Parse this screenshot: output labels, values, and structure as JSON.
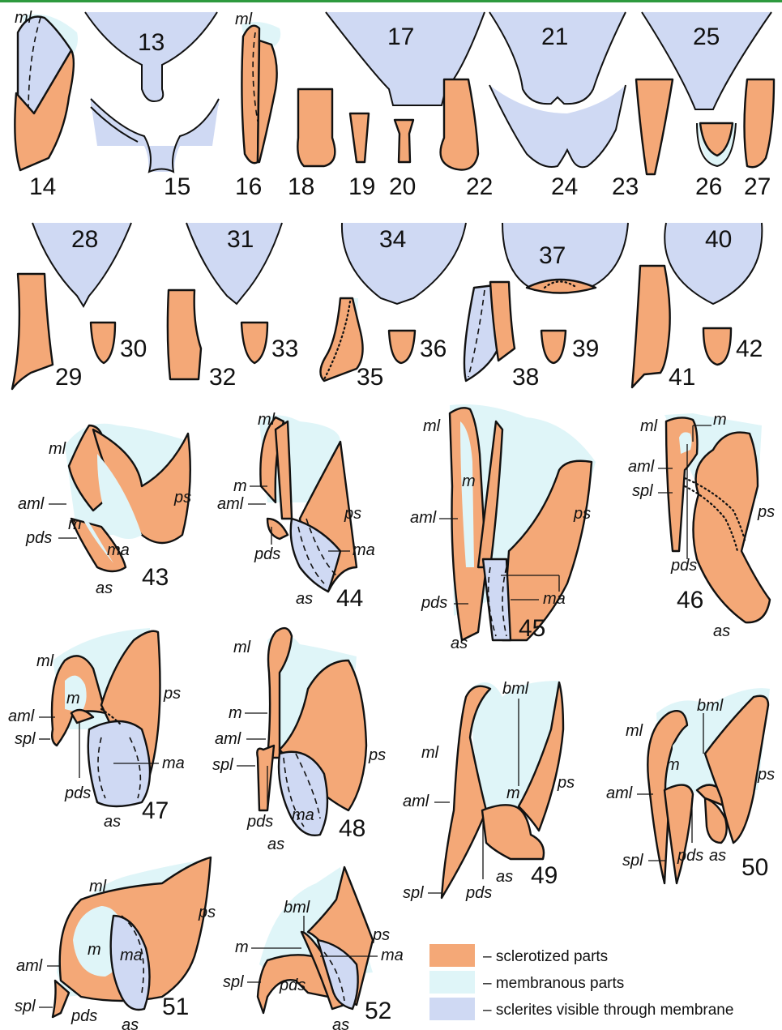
{
  "figure_numbers": {
    "n13": "13",
    "n14": "14",
    "n15": "15",
    "n16": "16",
    "n17": "17",
    "n18": "18",
    "n19": "19",
    "n20": "20",
    "n21": "21",
    "n22": "22",
    "n23": "23",
    "n24": "24",
    "n25": "25",
    "n26": "26",
    "n27": "27",
    "n28": "28",
    "n29": "29",
    "n30": "30",
    "n31": "31",
    "n32": "32",
    "n33": "33",
    "n34": "34",
    "n35": "35",
    "n36": "36",
    "n37": "37",
    "n38": "38",
    "n39": "39",
    "n40": "40",
    "n41": "41",
    "n42": "42",
    "n43": "43",
    "n44": "44",
    "n45": "45",
    "n46": "46",
    "n47": "47",
    "n48": "48",
    "n49": "49",
    "n50": "50",
    "n51": "51",
    "n52": "52"
  },
  "labels": {
    "ml": "ml",
    "m": "m",
    "aml": "aml",
    "bml": "bml",
    "pds": "pds",
    "ps": "ps",
    "ma": "ma",
    "as": "as",
    "spl": "spl"
  },
  "legend": {
    "sclerotized": "– sclerotized parts",
    "membranous": "– membranous parts",
    "visible": "– sclerites visible through membrane"
  },
  "colors": {
    "sclerotized": "#f4a877",
    "membranous": "#dff5f8",
    "visible_sclerites": "#cfd9f3",
    "outline": "#111111"
  }
}
